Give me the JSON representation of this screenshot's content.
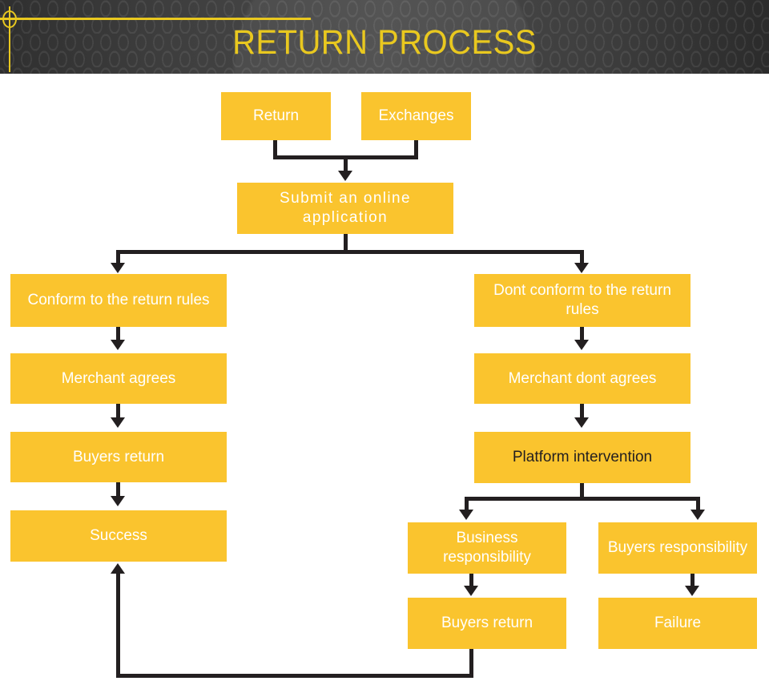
{
  "header": {
    "title": "RETURN PROCESS",
    "title_color": "#e9c81f",
    "background_color": "#3b3b3b",
    "decoration": {
      "horizontal_rule": "yellow-horizontal-rule",
      "vertical_rule": "yellow-vertical-rule",
      "circle": "yellow-circle-marker"
    }
  },
  "theme": {
    "node_fill": "#fac42e",
    "node_text": "#ffffff",
    "node_text_alt": "#231f20",
    "connector": "#231f20",
    "canvas": "#ffffff"
  },
  "flow": {
    "nodes": [
      {
        "id": "return",
        "label": "Return",
        "text_color": "white"
      },
      {
        "id": "exchanges",
        "label": "Exchanges",
        "text_color": "white"
      },
      {
        "id": "submit",
        "label": "Submit an online application",
        "text_color": "white"
      },
      {
        "id": "conform",
        "label": "Conform to the return rules",
        "text_color": "white"
      },
      {
        "id": "merchant-agrees",
        "label": "Merchant agrees",
        "text_color": "white"
      },
      {
        "id": "buyers-return-left",
        "label": "Buyers return",
        "text_color": "white"
      },
      {
        "id": "success",
        "label": "Success",
        "text_color": "white"
      },
      {
        "id": "dont-conform",
        "label": "Dont conform to the return rules",
        "text_color": "white"
      },
      {
        "id": "merchant-dont-agrees",
        "label": "Merchant dont agrees",
        "text_color": "white"
      },
      {
        "id": "platform",
        "label": "Platform intervention",
        "text_color": "dark"
      },
      {
        "id": "business-resp",
        "label": "Business responsibility",
        "text_color": "white"
      },
      {
        "id": "buyers-resp",
        "label": "Buyers responsibility",
        "text_color": "white"
      },
      {
        "id": "buyers-return-bottom",
        "label": "Buyers return",
        "text_color": "white"
      },
      {
        "id": "failure",
        "label": "Failure",
        "text_color": "white"
      }
    ],
    "edges": [
      {
        "from": "return",
        "to": "submit"
      },
      {
        "from": "exchanges",
        "to": "submit"
      },
      {
        "from": "submit",
        "to": "conform"
      },
      {
        "from": "submit",
        "to": "dont-conform"
      },
      {
        "from": "conform",
        "to": "merchant-agrees"
      },
      {
        "from": "merchant-agrees",
        "to": "buyers-return-left"
      },
      {
        "from": "buyers-return-left",
        "to": "success"
      },
      {
        "from": "dont-conform",
        "to": "merchant-dont-agrees"
      },
      {
        "from": "merchant-dont-agrees",
        "to": "platform"
      },
      {
        "from": "platform",
        "to": "business-resp"
      },
      {
        "from": "platform",
        "to": "buyers-resp"
      },
      {
        "from": "business-resp",
        "to": "buyers-return-bottom"
      },
      {
        "from": "buyers-resp",
        "to": "failure"
      },
      {
        "from": "buyers-return-bottom",
        "to": "success"
      }
    ]
  }
}
